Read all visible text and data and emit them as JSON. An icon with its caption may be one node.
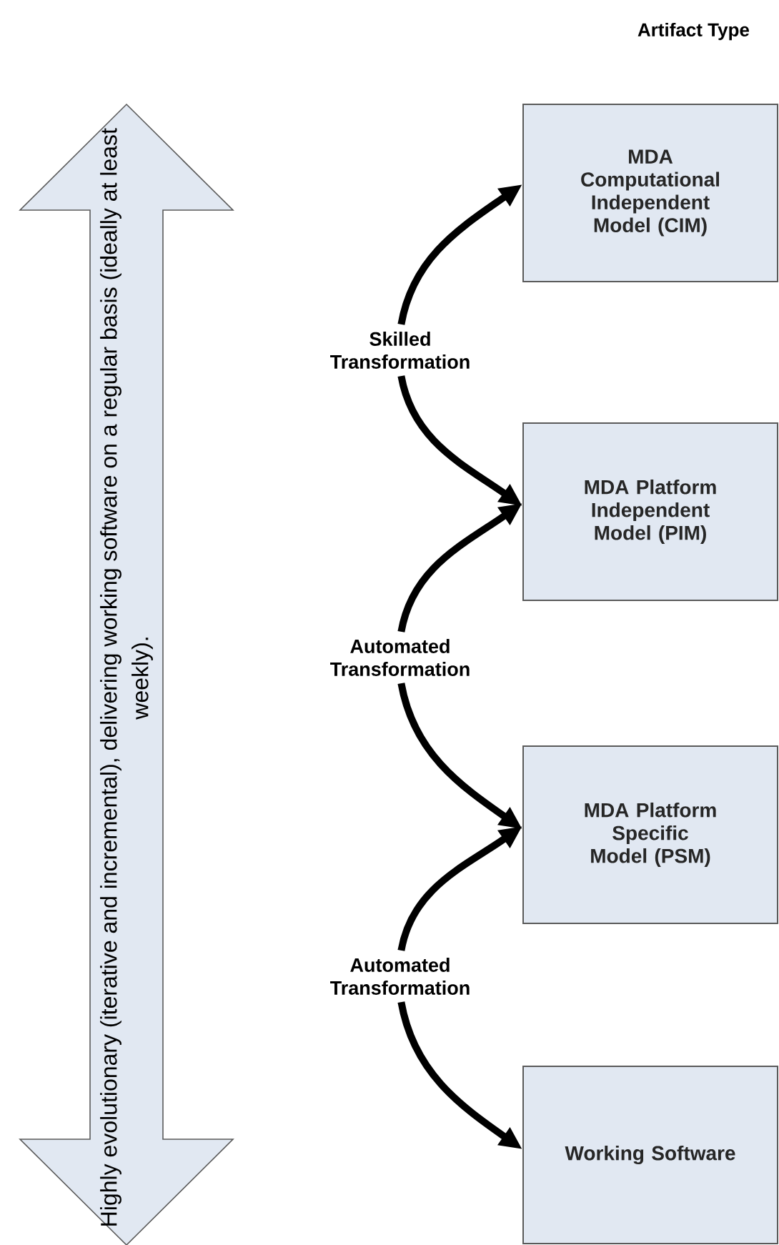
{
  "diagram": {
    "nodes": [
      {
        "text": [
          "MDA Computational Independent Model (CIM)"
        ]
      },
      {
        "text": [
          "MDA Platform Independent Model (PIM)"
        ]
      },
      {
        "text": [
          "MDA Platform Specific Model (PSM)"
        ]
      },
      {
        "text": [
          "Working Software"
        ]
      },
      {
        "text": [
          "Skilled Transformation"
        ]
      },
      {
        "text": [
          "Automated Transformation"
        ]
      },
      {
        "text": [
          "Automated Transformation"
        ]
      },
      {
        "text": [
          "Highly evolutionary (iterative and incremental), delivering working software on a regular basis (ideally at least weekly)."
        ]
      }
    ],
    "edges": [
      {
        "from": 4,
        "to": 0,
        "arrow": "to"
      },
      {
        "from": 4,
        "to": 1,
        "arrow": "to"
      },
      {
        "from": 5,
        "to": 1,
        "arrow": "to"
      },
      {
        "from": 5,
        "to": 2,
        "arrow": "to"
      },
      {
        "from": 6,
        "to": 2,
        "arrow": "to"
      },
      {
        "from": 6,
        "to": 3,
        "arrow": "to"
      }
    ],
    "labels": [
      "Artifact Type"
    ]
  }
}
